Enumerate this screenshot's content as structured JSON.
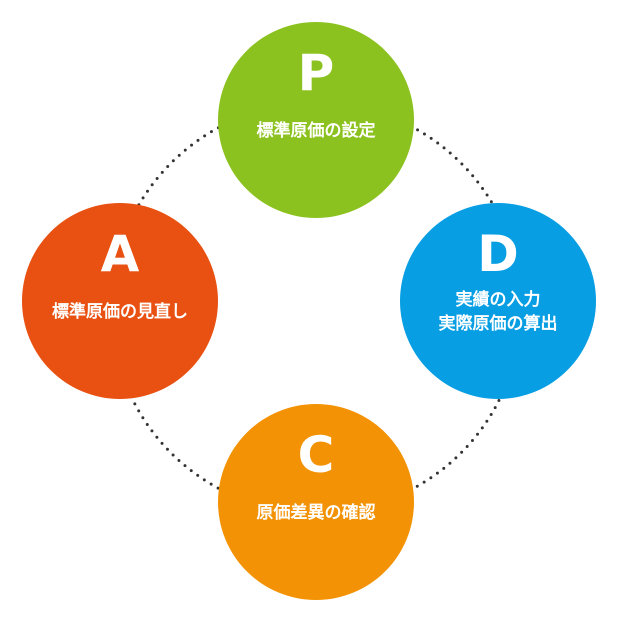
{
  "colors": {
    "plan": "#8cc21f",
    "do": "#089ee3",
    "check": "#f39204",
    "act": "#e85112",
    "connector": "#333333"
  },
  "cycle": {
    "plan": {
      "letter": "P",
      "label": "標準原価の設定"
    },
    "do": {
      "letter": "D",
      "label": "実績の入力\n実際原価の算出"
    },
    "check": {
      "letter": "C",
      "label": "原価差異の確認"
    },
    "act": {
      "letter": "A",
      "label": "標準原価の見直し"
    }
  }
}
